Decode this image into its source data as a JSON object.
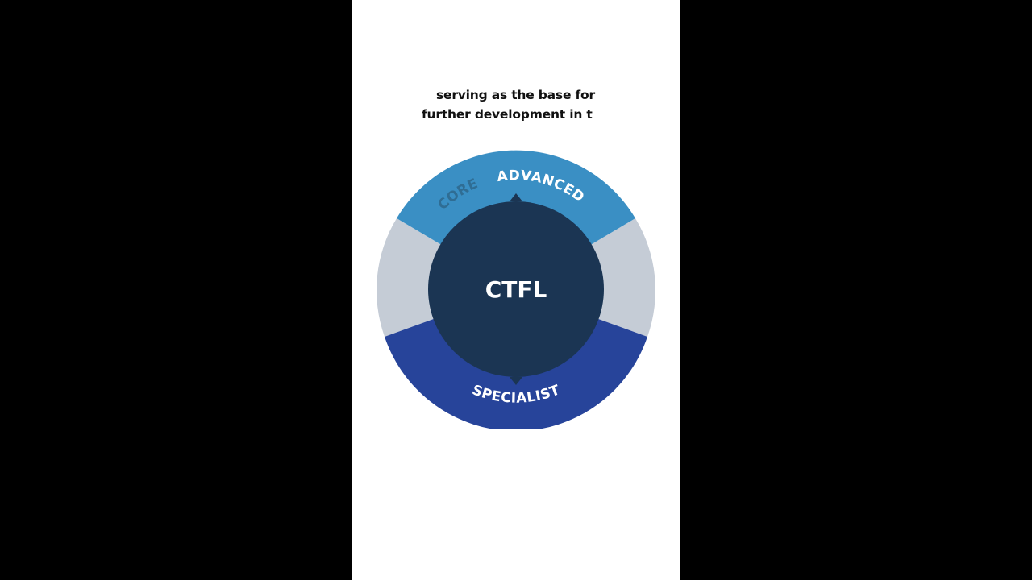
{
  "caption": {
    "line1": "serving as the base for",
    "line2": "further development in t"
  },
  "diagram": {
    "center_label": "CTFL",
    "segments": {
      "core": "CORE",
      "advanced": "ADVANCED",
      "specialist": "SPECIALIST"
    },
    "colors": {
      "top_segment": "#3a8fc4",
      "side_segment": "#c5ccd6",
      "bottom_segment": "#27449a",
      "center": "#1b3553",
      "core_text": "#2f6d94",
      "label_text": "#ffffff"
    }
  }
}
